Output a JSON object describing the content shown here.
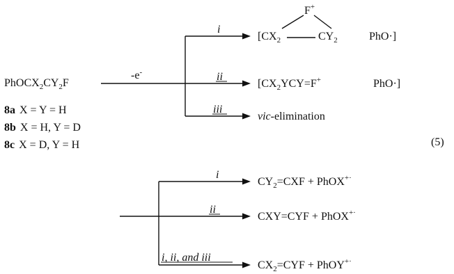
{
  "reactant": {
    "parts": [
      "PhOCX",
      "2",
      "CY",
      "2",
      "F"
    ]
  },
  "electron_label": {
    "main": "-e",
    "sup": "-"
  },
  "path_labels": {
    "i": "i",
    "ii": "ii",
    "iii": "iii",
    "i_ii_iii": "i, ii, and iii"
  },
  "product_i": {
    "bracket_open": "[CX",
    "sub1": "2",
    "mid": "CY",
    "sub2": "2",
    "apex": "F",
    "apex_sup": "+",
    "radical": "PhO·]"
  },
  "product_ii": {
    "p1": "[CX",
    "s1": "2",
    "p2": "YCY=F",
    "sup": "+",
    "radical": "PhO·]"
  },
  "product_iii": {
    "prefix": "vic",
    "rest": "-elimination"
  },
  "compounds": [
    {
      "id": "8a",
      "desc": "X = Y = H"
    },
    {
      "id": "8b",
      "desc": "X = H, Y = D"
    },
    {
      "id": "8c",
      "desc": "X = D, Y = H"
    }
  ],
  "equation_number": "(5)",
  "lower_products": {
    "i": {
      "a": "CY",
      "a_sub": "2",
      "b": "=CXF + PhOX",
      "sup": "+·"
    },
    "ii": {
      "a": "CXY=CYF + PhOX",
      "sup": "+·"
    },
    "iii": {
      "a": "CX",
      "a_sub": "2",
      "b": "=CYF + PhOY",
      "sup": "+·"
    }
  }
}
